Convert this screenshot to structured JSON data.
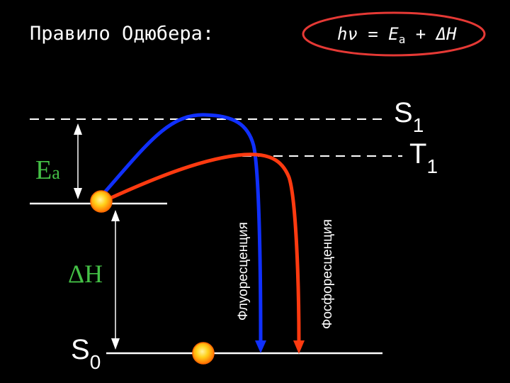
{
  "title": "Правило Одюбера:",
  "formula": {
    "h": "h",
    "nu": "ν",
    "equals": " = ",
    "E": "E",
    "a_sub": "a",
    "plus": " + ",
    "delta_h": "ΔH"
  },
  "levels": {
    "s1_main": "S",
    "s1_sub": "1",
    "t1_main": "T",
    "t1_sub": "1",
    "s0_main": "S",
    "s0_sub": "0"
  },
  "labels": {
    "ea_main": "E",
    "ea_sub": "a",
    "delta_h": "ΔH",
    "fluorescence": "Флуоресценция",
    "phosphorescence": "Фосфоресценция"
  },
  "colors": {
    "background": "#000000",
    "text": "#ffffff",
    "title": "#ffffff",
    "formula_highlight": "#e53935",
    "ea_label": "#44c046",
    "fluorescence_curve": "#1030ff",
    "phosphorescence_curve": "#ff3a10",
    "molecule_core": "#ffd11a",
    "molecule_rim": "#ff6a00"
  }
}
